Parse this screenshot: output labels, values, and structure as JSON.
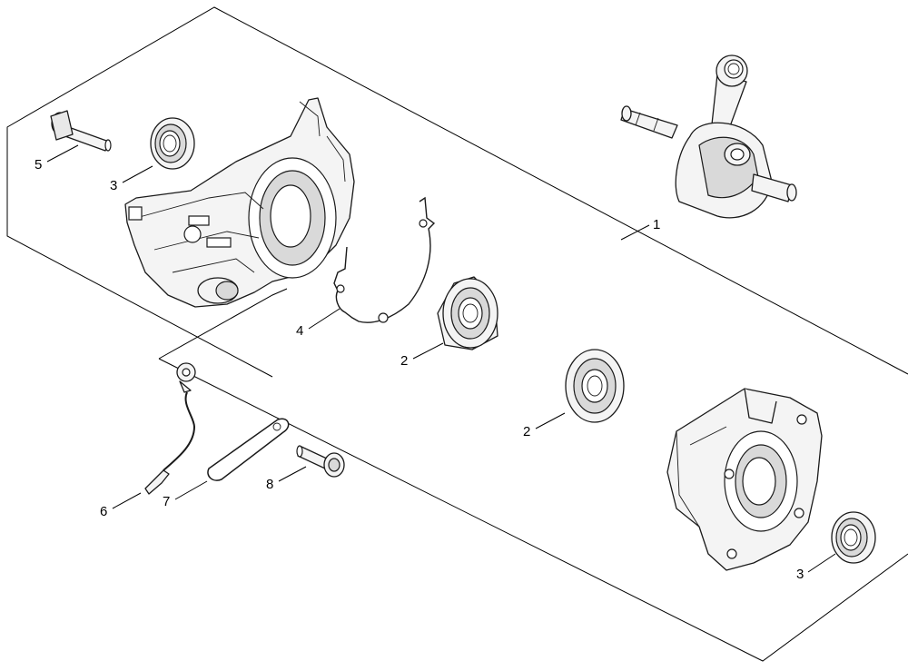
{
  "diagram": {
    "callouts": [
      {
        "id": "c1",
        "label": "1"
      },
      {
        "id": "c2a",
        "label": "2"
      },
      {
        "id": "c2b",
        "label": "2"
      },
      {
        "id": "c3a",
        "label": "3"
      },
      {
        "id": "c3b",
        "label": "3"
      },
      {
        "id": "c4",
        "label": "4"
      },
      {
        "id": "c5",
        "label": "5"
      },
      {
        "id": "c6",
        "label": "6"
      },
      {
        "id": "c7",
        "label": "7"
      },
      {
        "id": "c8",
        "label": "8"
      }
    ],
    "parts": [
      {
        "name": "crankshaft-assembly",
        "icon": "crankshaft-icon"
      },
      {
        "name": "crankcase-half-left",
        "icon": "crankcase-icon"
      },
      {
        "name": "crankcase-half-right",
        "icon": "crankcase-icon"
      },
      {
        "name": "ball-bearing",
        "icon": "bearing-icon"
      },
      {
        "name": "oil-seal",
        "icon": "seal-icon"
      },
      {
        "name": "gasket",
        "icon": "gasket-icon"
      },
      {
        "name": "bolt",
        "icon": "bolt-icon"
      },
      {
        "name": "ground-wire",
        "icon": "wire-icon"
      },
      {
        "name": "plate",
        "icon": "plate-icon"
      },
      {
        "name": "screw",
        "icon": "screw-icon"
      }
    ]
  }
}
